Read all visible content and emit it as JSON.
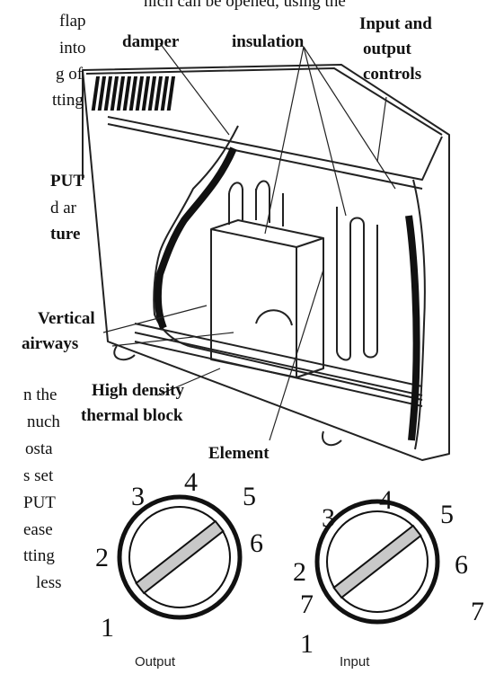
{
  "left_text_fragments": [
    "flap",
    "into",
    "g of",
    "tting",
    "PUT",
    "d  ar",
    "ture",
    "n the",
    "nuch",
    "osta",
    "s set",
    "PUT",
    "ease",
    "tting",
    "less"
  ],
  "top_partial_text": "hich can be opened, using the",
  "diagram_labels": {
    "damper": "damper",
    "insulation": "insulation",
    "input_output_controls": [
      "Input and",
      "output",
      "controls"
    ],
    "vertical_airways": [
      "Vertical",
      "airways"
    ],
    "high_density_block": [
      "High density",
      "thermal block"
    ],
    "element": "Element"
  },
  "output_knob": {
    "numbers": [
      "1",
      "2",
      "3",
      "4",
      "5",
      "6"
    ],
    "caption": "Output"
  },
  "input_knob": {
    "numbers": [
      "1",
      "2",
      "3",
      "4",
      "5",
      "6",
      "7",
      "7"
    ],
    "caption": "Input"
  }
}
